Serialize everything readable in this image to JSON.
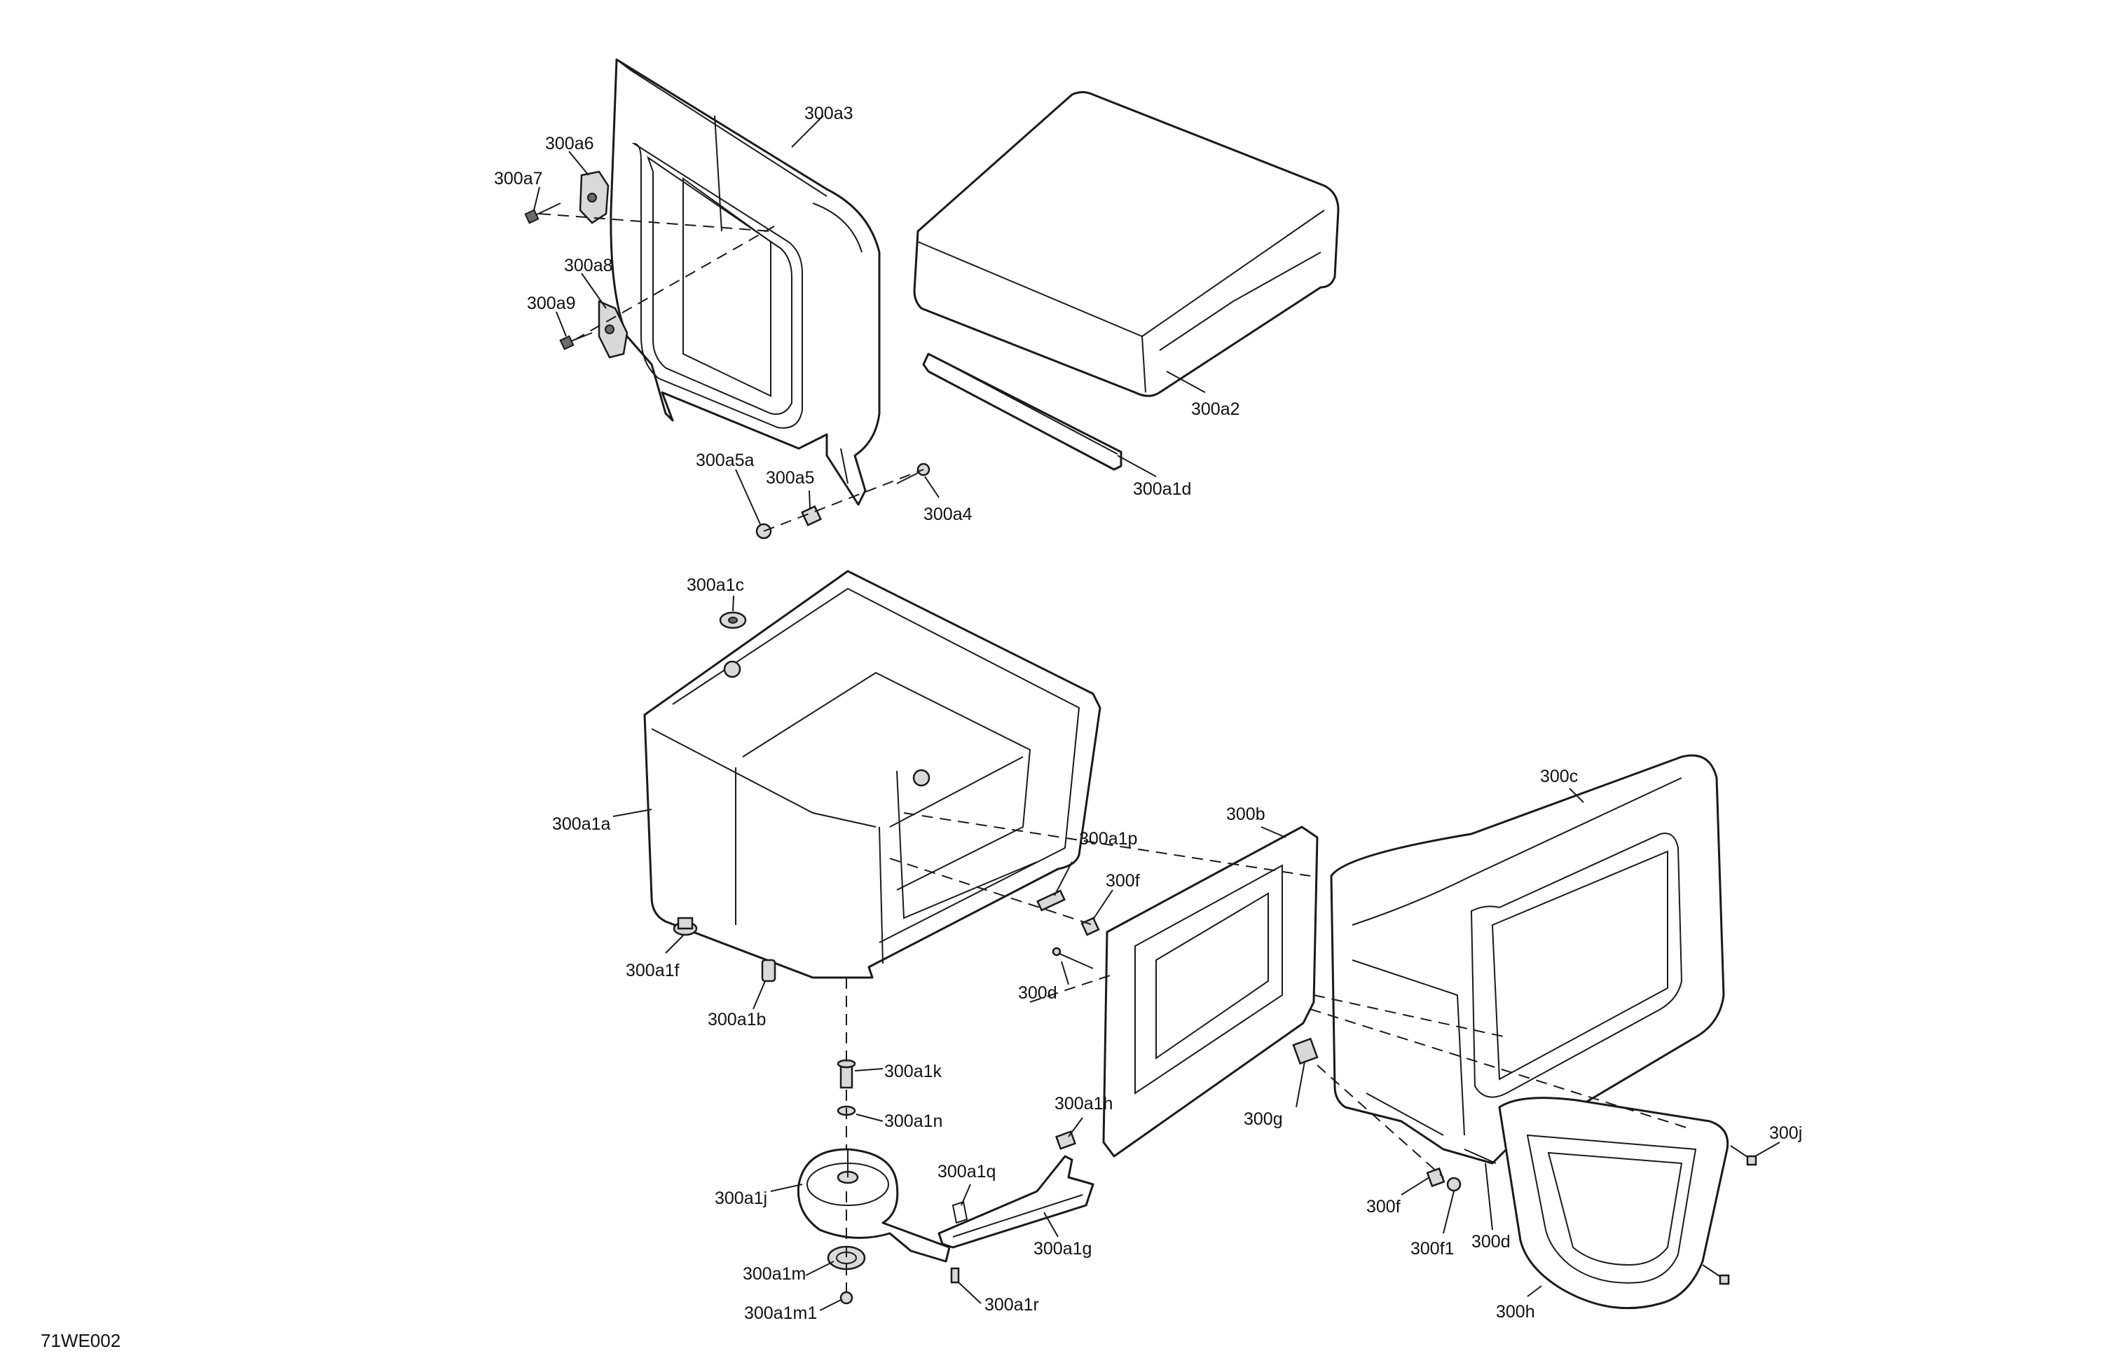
{
  "diagram_code": "71WE002",
  "labels": {
    "a3": "300a3",
    "a6": "300a6",
    "a7": "300a7",
    "a8": "300a8",
    "a9": "300a9",
    "a2": "300a2",
    "a1d": "300a1d",
    "a5a": "300a5a",
    "a5": "300a5",
    "a4": "300a4",
    "a1c": "300a1c",
    "a1a": "300a1a",
    "a1f": "300a1f",
    "a1b": "300a1b",
    "a1k": "300a1k",
    "a1n": "300a1n",
    "a1j": "300a1j",
    "a1m": "300a1m",
    "a1m1": "300a1m1",
    "a1q": "300a1q",
    "a1h": "300a1h",
    "a1g": "300a1g",
    "a1r": "300a1r",
    "a1p": "300a1p",
    "f_top": "300f",
    "d_left": "300d",
    "b": "300b",
    "c": "300c",
    "g": "300g",
    "f_bottom": "300f",
    "f1": "300f1",
    "d_right": "300d",
    "h": "300h",
    "j": "300j"
  }
}
